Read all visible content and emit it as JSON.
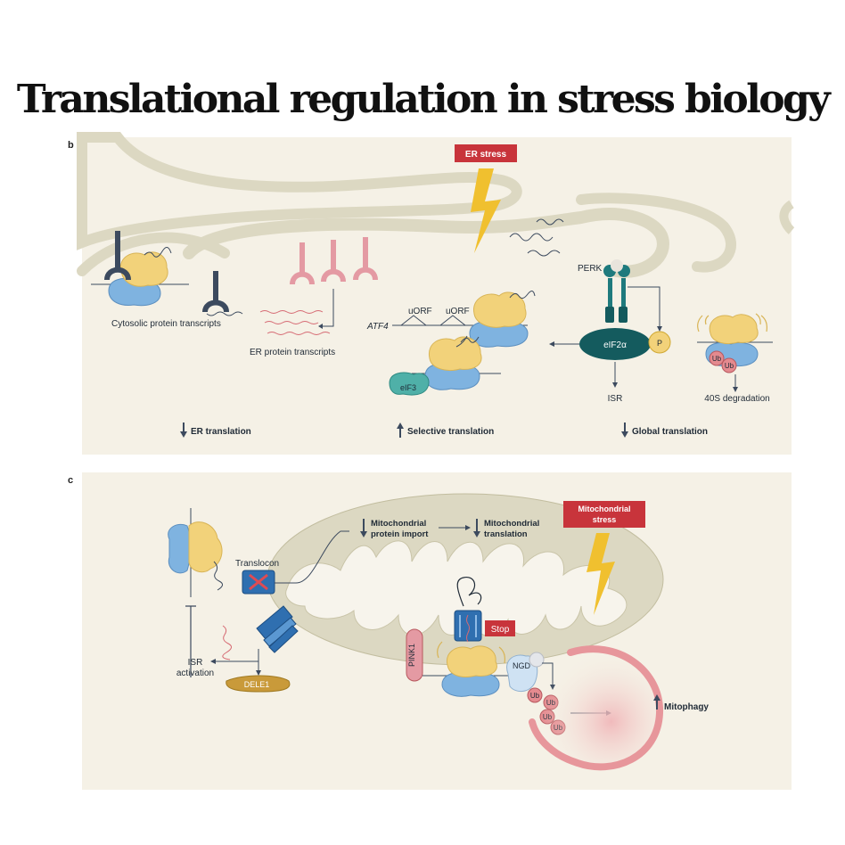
{
  "title": "Translational regulation in stress biology",
  "colors": {
    "panel_bg": "#f5f1e6",
    "membrane": "#dcd8c2",
    "membrane_edge": "#c2bd9f",
    "ribosome_large": "#f2d27a",
    "ribosome_small": "#7fb3e0",
    "receptor_dark": "#3c4a5e",
    "receptor_pink": "#e49aa3",
    "teal": "#1e7a7d",
    "stress_red": "#c8343b",
    "bolt": "#f0c02f",
    "ub": "#e48a8f",
    "dele1": "#c99a3a",
    "mitophagy": "#e7969b",
    "arrow": "#3c4a5e"
  },
  "panel_b": {
    "label": "b",
    "stress_label": "ER stress",
    "cytosolic_label": "Cytosolic protein transcripts",
    "er_label": "ER protein transcripts",
    "atf4": "ATF4",
    "uorf1": "uORF",
    "uorf2": "uORF",
    "eif3": "eIF3",
    "perk": "PERK",
    "eif2a": "eIF2α",
    "p": "P",
    "isr": "ISR",
    "ub1": "Ub",
    "ub2": "Ub",
    "degradation": "40S degradation",
    "bottom": [
      "ER translation",
      "Selective translation",
      "Global translation"
    ],
    "bottom_dirs": [
      "down",
      "up",
      "down"
    ]
  },
  "panel_c": {
    "label": "c",
    "stress_line1": "Mitochondrial",
    "stress_line2": "stress",
    "import_line1": "Mitochondrial",
    "import_line2": "protein import",
    "trans_line1": "Mitochondrial",
    "trans_line2": "translation",
    "translocon": "Translocon",
    "isr_line1": "ISR",
    "isr_line2": "activation",
    "dele1": "DELE1",
    "stop": "Stop",
    "pink1": "PINK1",
    "ngd": "NGD",
    "ubs": [
      "Ub",
      "Ub",
      "Ub",
      "Ub"
    ],
    "mitophagy": "Mitophagy"
  }
}
